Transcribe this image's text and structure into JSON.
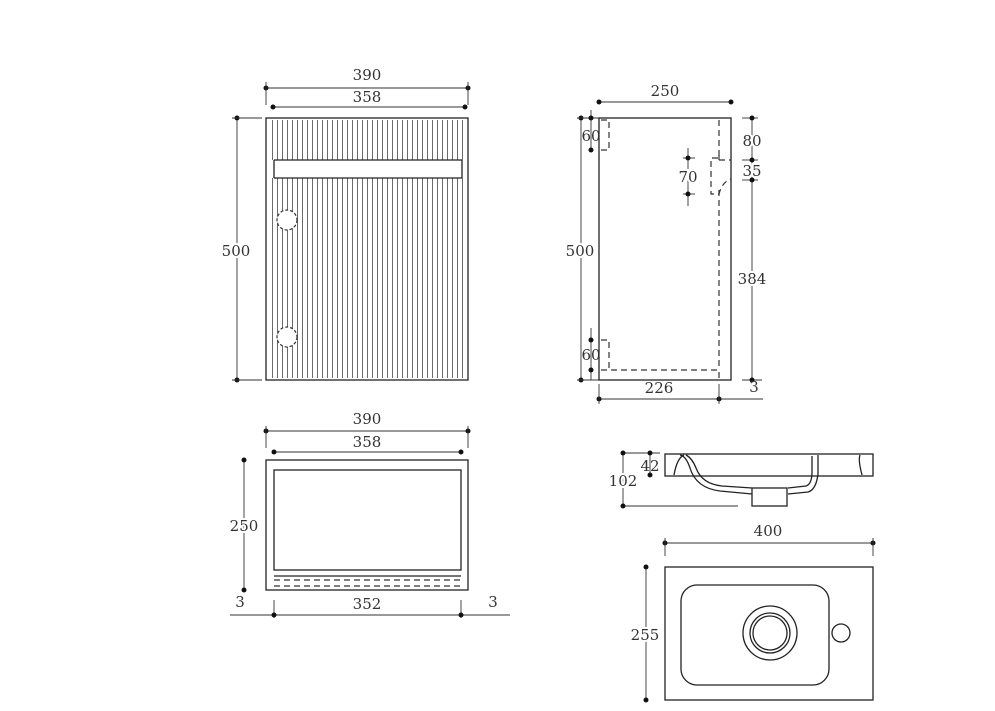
{
  "front_view": {
    "width_outer": "390",
    "width_inner": "358",
    "height": "500"
  },
  "side_view": {
    "depth": "250",
    "height": "500",
    "top_hole": "60",
    "bottom_hole": "60",
    "offset_top": "80",
    "gap": "35",
    "pipe_cut": "70",
    "lower_height": "384",
    "inner_depth": "226",
    "back_thickness": "3"
  },
  "top_view": {
    "width_outer": "390",
    "width_inner": "358",
    "depth": "250",
    "inner_width": "352",
    "side_left": "3",
    "side_right": "3"
  },
  "basin_side": {
    "rim_height": "42",
    "total_height": "102"
  },
  "basin_top": {
    "width": "400",
    "depth": "255"
  }
}
